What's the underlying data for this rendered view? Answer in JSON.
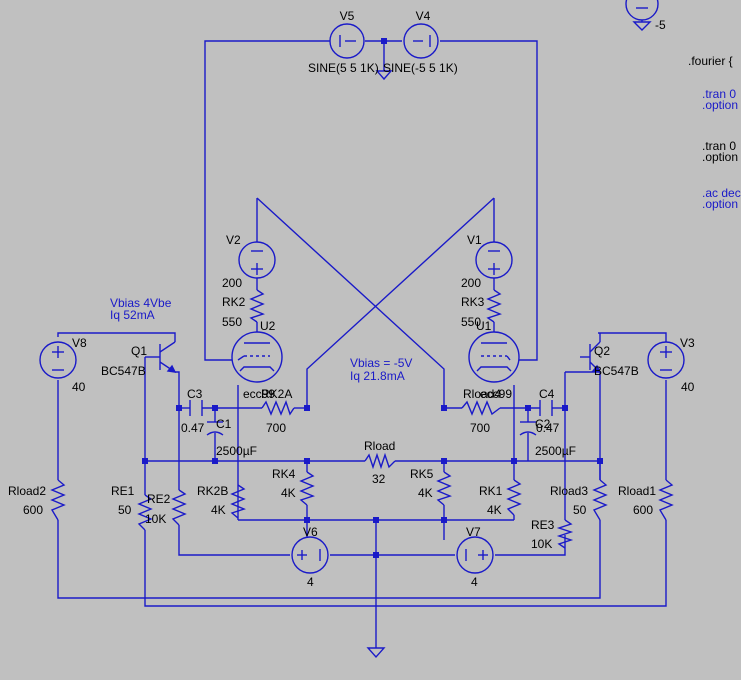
{
  "colors": {
    "background": "#c0c0c0",
    "wire": "#1a1ac8",
    "text_black": "#000000",
    "text_blue": "#1a1ac8",
    "fill": "#c0c0c0"
  },
  "top_right": {
    "ground_value": "-5"
  },
  "directives": {
    "fourier": ".fourier {",
    "tran1": ".tran 0",
    "option1": ".option",
    "tran2": ".tran 0",
    "option2": ".option",
    "ac": ".ac dec",
    "option3": ".option"
  },
  "annotations": {
    "left_vbias": "Vbias 4Vbe",
    "left_iq": "Iq 52mA",
    "mid_vbias": "Vbias = -5V",
    "mid_iq": "Iq 21.8mA"
  },
  "components": {
    "V5": {
      "name": "V5",
      "value": "SINE(5 5 1K)"
    },
    "V4": {
      "name": "V4",
      "value": "SINE(-5 5 1K)"
    },
    "V2": {
      "name": "V2",
      "value": "200"
    },
    "V1": {
      "name": "V1",
      "value": "200"
    },
    "RK2": {
      "name": "RK2",
      "value": "550"
    },
    "RK3": {
      "name": "RK3",
      "value": "550"
    },
    "U2": {
      "name": "U2",
      "model": "ecc99"
    },
    "U1": {
      "name": "U1",
      "model": "ecc99"
    },
    "V8": {
      "name": "V8",
      "value": "40"
    },
    "V3": {
      "name": "V3",
      "value": "40"
    },
    "Q1": {
      "name": "Q1",
      "model": "BC547B"
    },
    "Q2": {
      "name": "Q2",
      "model": "BC547B"
    },
    "C3": {
      "name": "C3",
      "value": "0.47"
    },
    "C4": {
      "name": "C4",
      "value": "0.47"
    },
    "C1": {
      "name": "C1",
      "value": "2500µF"
    },
    "C2": {
      "name": "C2",
      "value": "2500µF"
    },
    "RK2A": {
      "name": "RK2A",
      "value": "700"
    },
    "Rload4": {
      "name": "Rload4",
      "value": "700"
    },
    "Rload": {
      "name": "Rload",
      "value": "32"
    },
    "RK4": {
      "name": "RK4",
      "value": "4K"
    },
    "RK5": {
      "name": "RK5",
      "value": "4K"
    },
    "RK2B": {
      "name": "RK2B",
      "value": "4K"
    },
    "RK1": {
      "name": "RK1",
      "value": "4K"
    },
    "Rload2": {
      "name": "Rload2",
      "value": "600"
    },
    "Rload1": {
      "name": "Rload1",
      "value": "600"
    },
    "RE1": {
      "name": "RE1",
      "value": "50"
    },
    "Rload3": {
      "name": "Rload3",
      "value": "50"
    },
    "RE2": {
      "name": "RE2",
      "value": "10K"
    },
    "RE3": {
      "name": "RE3",
      "value": "10K"
    },
    "V6": {
      "name": "V6",
      "value": "4"
    },
    "V7": {
      "name": "V7",
      "value": "4"
    }
  }
}
